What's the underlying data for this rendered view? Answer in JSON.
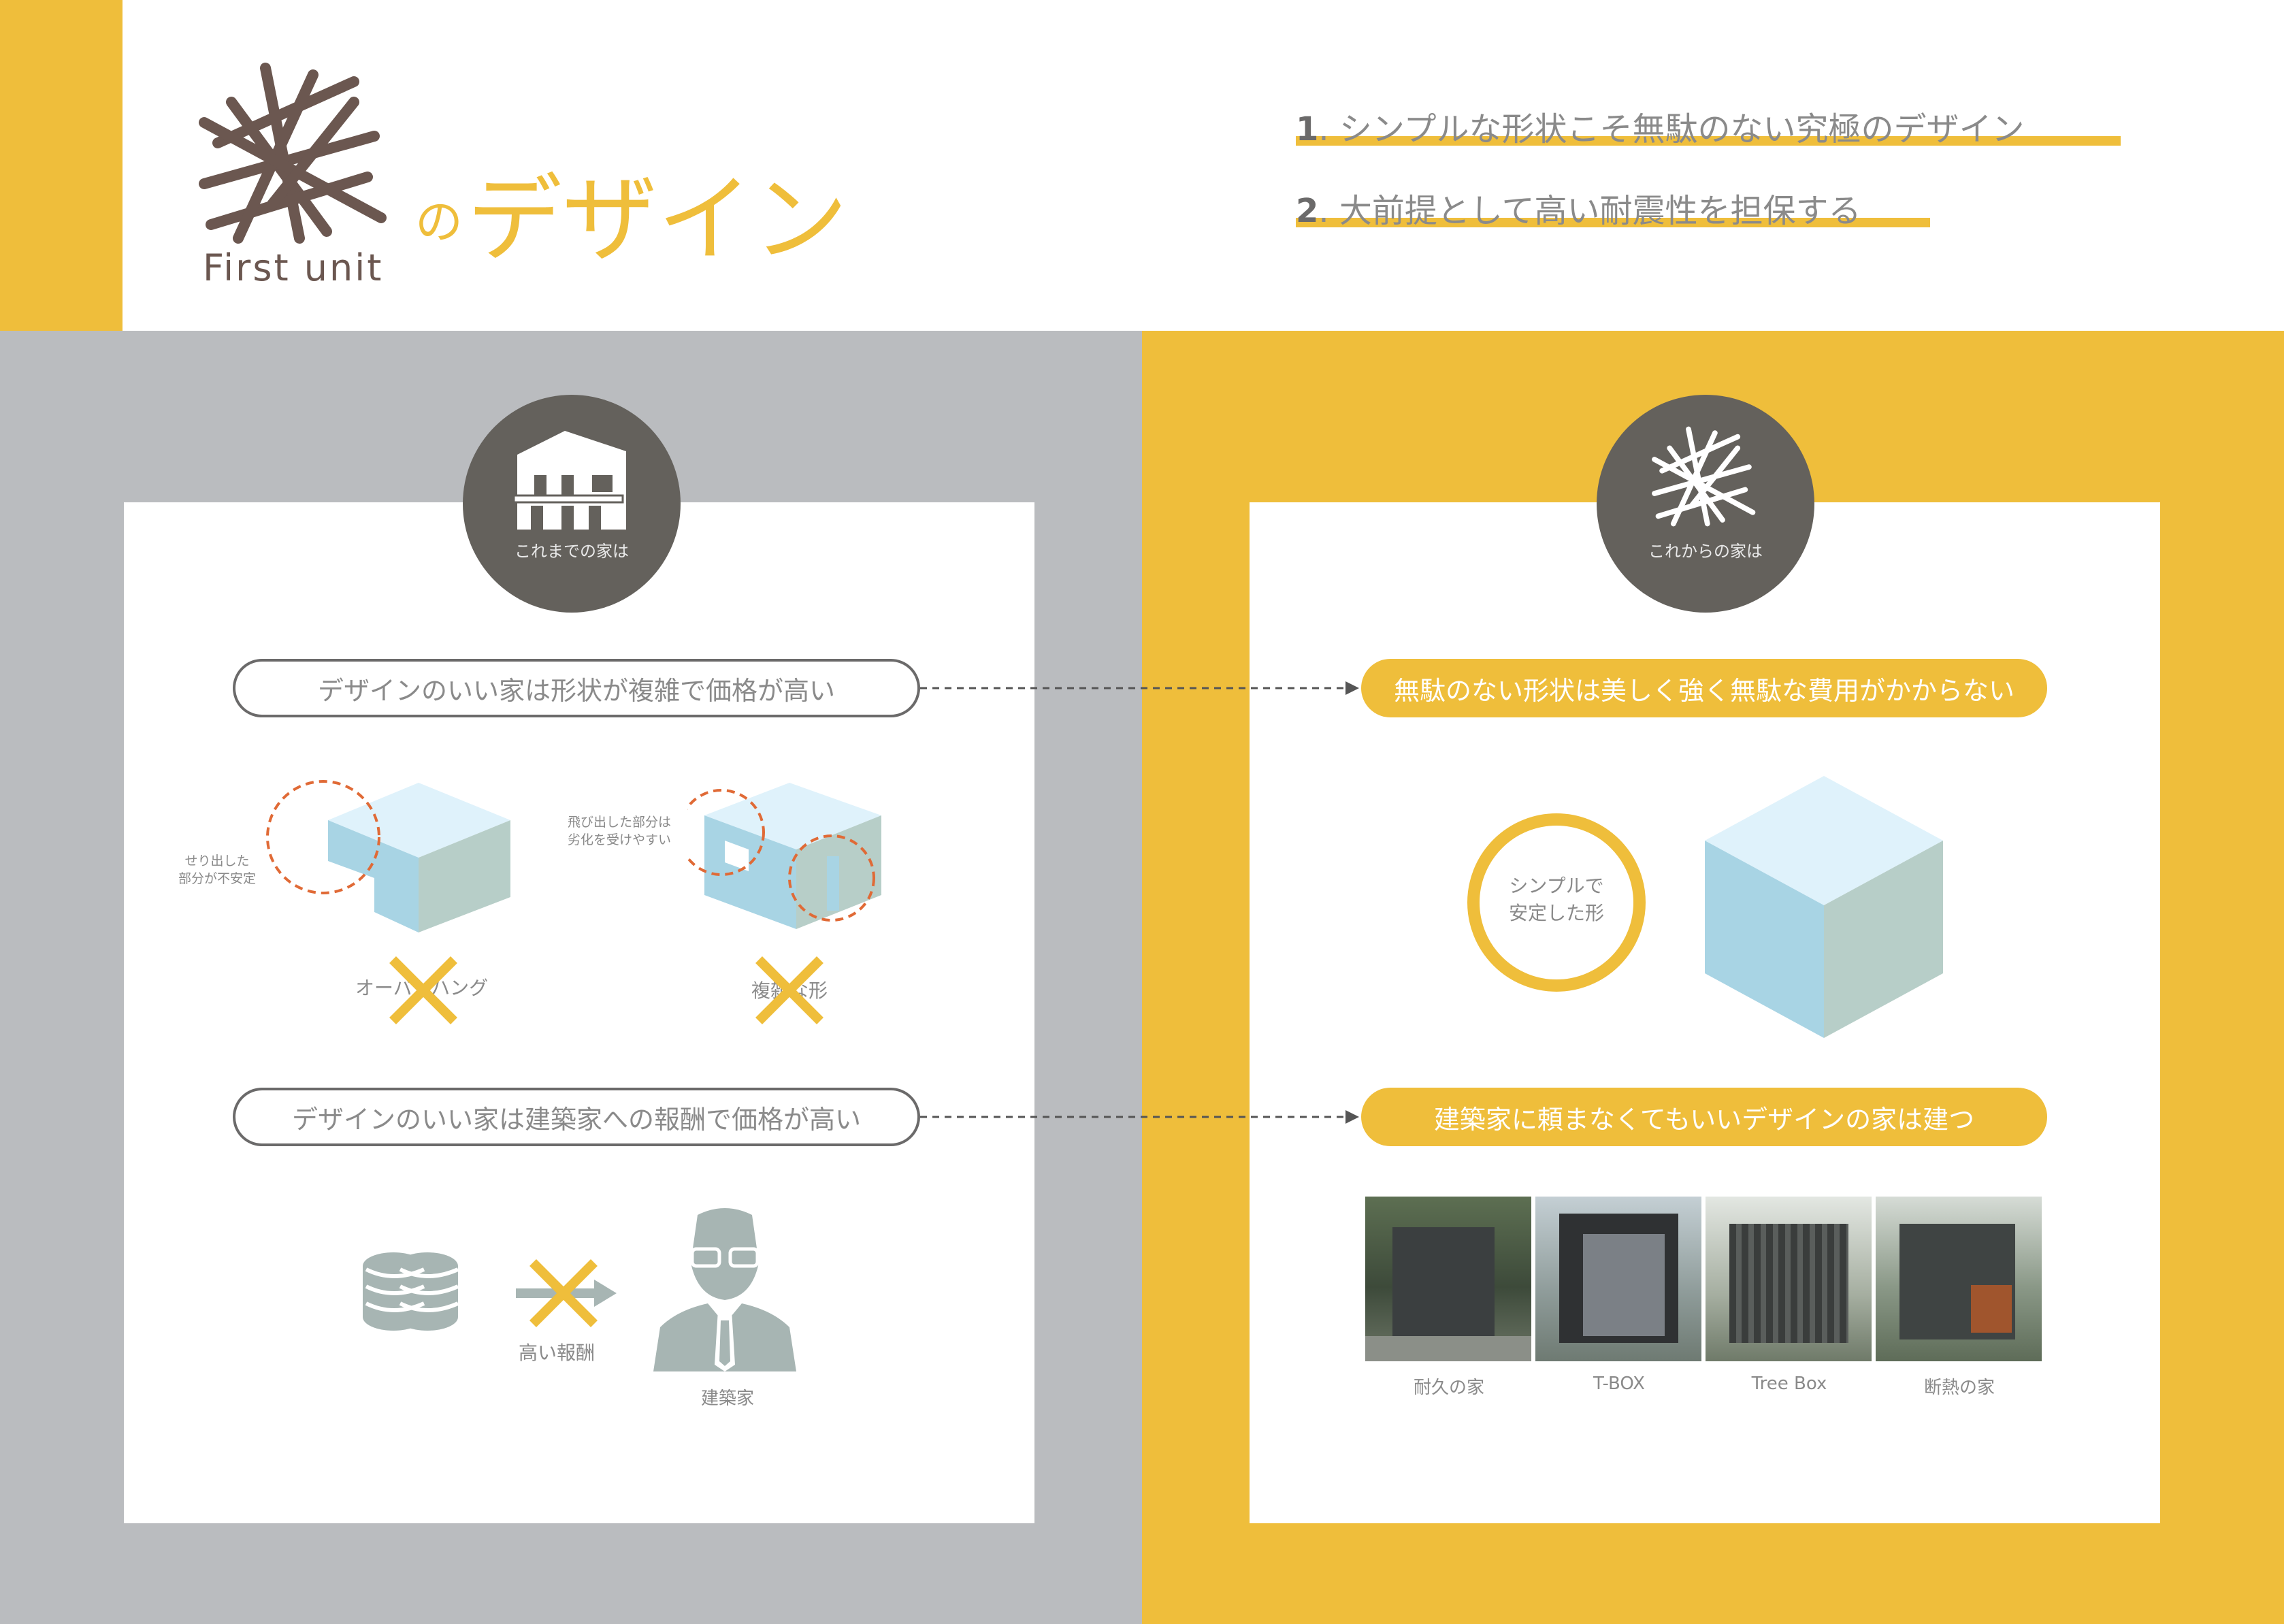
{
  "header": {
    "logo_text": "First unit",
    "title_no": "の",
    "title_design": "デザイン",
    "points": [
      {
        "num": "1",
        "text": ". シンプルな形状こそ無駄のない究極のデザイン"
      },
      {
        "num": "2",
        "text": ". 大前提として高い耐震性を担保する"
      }
    ]
  },
  "left": {
    "badge_label": "これまでの家は",
    "pill1": "デザインのいい家は形状が複雑で価格が高い",
    "pill2": "デザインのいい家は建築家への報酬で価格が高い",
    "note1": [
      "せり出した",
      "部分が不安定"
    ],
    "note2": [
      "飛び出した部分は",
      "劣化を受けやすい"
    ],
    "label_overhang": "オーバーハング",
    "label_complex": "複雑な形",
    "label_fee": "高い報酬",
    "label_architect": "建築家"
  },
  "right": {
    "badge_label": "これからの家は",
    "pill1": "無駄のない形状は美しく強く無駄な費用がかからない",
    "pill2": "建築家に頼まなくてもいいデザインの家は建つ",
    "circle_line1": "シンプルで",
    "circle_line2": "安定した形",
    "photos": [
      "耐久の家",
      "T-BOX",
      "Tree Box",
      "断熱の家"
    ]
  },
  "colors": {
    "yellow": "#efbe3b",
    "gray_panel": "#babcbf",
    "dark_gray": "#64615c",
    "logo_brown": "#6b5750",
    "cube_top": "#dff2fb",
    "cube_left": "#a8d4e4",
    "cube_right": "#b7cec8",
    "red_dash": "#e06a36"
  }
}
